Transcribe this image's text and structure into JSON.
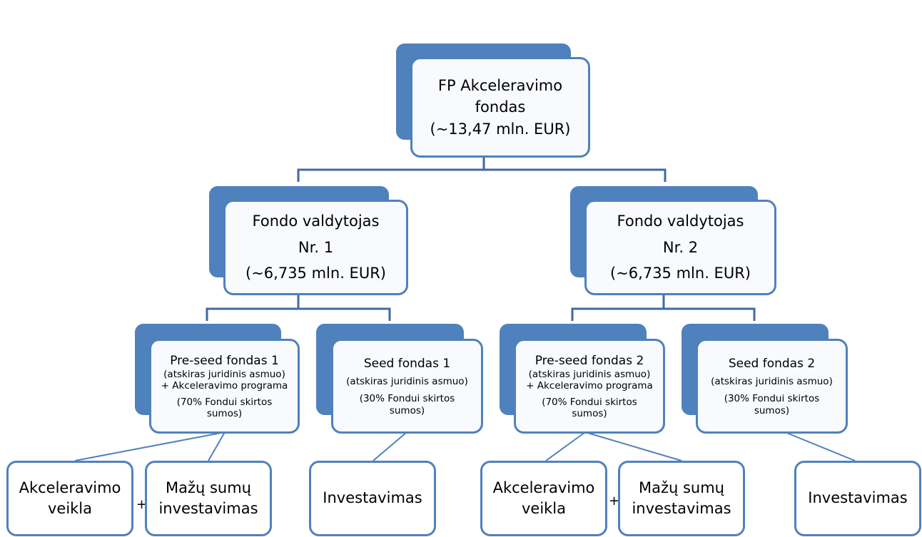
{
  "root": {
    "title_line1": "FP Akceleravimo",
    "title_line2": "fondas",
    "amount": "(~13,47  mln. EUR)"
  },
  "managers": [
    {
      "line1": "Fondo valdytojas",
      "line2": "Nr. 1",
      "amount": "(~6,735  mln. EUR)"
    },
    {
      "line1": "Fondo valdytojas",
      "line2": "Nr. 2",
      "amount": "(~6,735  mln. EUR)"
    }
  ],
  "funds": [
    {
      "title": "Pre-seed fondas 1",
      "l1": "(atskiras juridinis asmuo)",
      "l2": "+ Akceleravimo programa",
      "l3": "(70% Fondui skirtos",
      "l4": "sumos)"
    },
    {
      "title": "Seed fondas 1",
      "l1": "(atskiras juridinis asmuo)",
      "l2": "(30% Fondui skirtos",
      "l3": "sumos)"
    },
    {
      "title": "Pre-seed fondas 2",
      "l1": "(atskiras juridinis asmuo)",
      "l2": "+ Akceleravimo programa",
      "l3": "(70% Fondui skirtos",
      "l4": "sumos)"
    },
    {
      "title": "Seed fondas 2",
      "l1": "(atskiras juridinis asmuo)",
      "l2": "(30% Fondui skirtos",
      "l3": "sumos)"
    }
  ],
  "activities": [
    {
      "line1": "Akceleravimo",
      "line2": "veikla"
    },
    {
      "line1": "Mažų sumų",
      "line2": "investavimas"
    },
    {
      "line1": "Investavimas"
    },
    {
      "line1": "Akceleravimo",
      "line2": "veikla"
    },
    {
      "line1": "Mažų sumų",
      "line2": "investavimas"
    },
    {
      "line1": "Investavimas"
    }
  ],
  "plus_sign": "+"
}
